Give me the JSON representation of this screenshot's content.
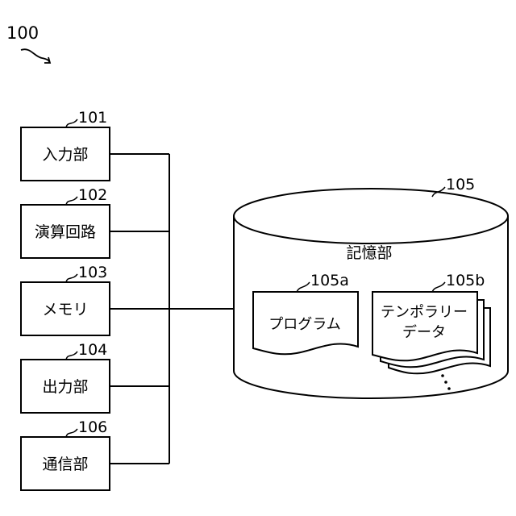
{
  "figure": {
    "ref": "100"
  },
  "units": [
    {
      "ref": "101",
      "label": "入力部"
    },
    {
      "ref": "102",
      "label": "演算回路"
    },
    {
      "ref": "103",
      "label": "メモリ"
    },
    {
      "ref": "104",
      "label": "出力部"
    },
    {
      "ref": "106",
      "label": "通信部"
    }
  ],
  "storage": {
    "ref": "105",
    "label": "記憶部",
    "program": {
      "ref": "105a",
      "label": "プログラム"
    },
    "temp": {
      "ref": "105b",
      "label_line1": "テンポラリー",
      "label_line2": "データ"
    }
  }
}
